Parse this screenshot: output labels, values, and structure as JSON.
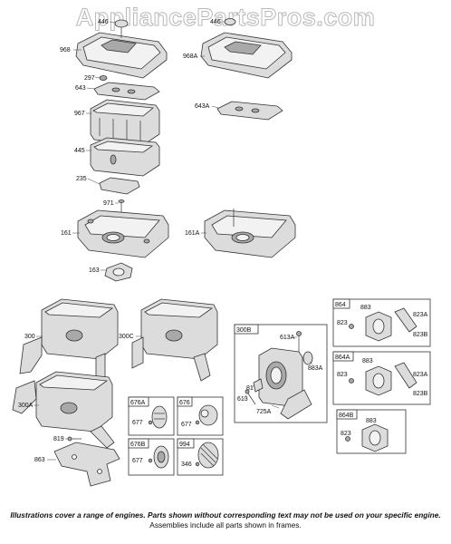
{
  "watermark": "AppliancePartsPros.com",
  "labels": {
    "l446a": "446",
    "l968": "968",
    "l297": "297",
    "l643": "643",
    "l967": "967",
    "l445": "445",
    "l235": "235",
    "l971": "971",
    "l161": "161",
    "l163": "163",
    "l446b": "446",
    "l968a": "968A",
    "l643a": "643A",
    "l161a": "161A",
    "l300": "300",
    "l300a": "300A",
    "l819": "819",
    "l863": "863",
    "l300c": "300C",
    "l300b": "300B",
    "l613a": "613A",
    "l883a": "883A",
    "l81": "81",
    "l613": "613",
    "l725a": "725A",
    "l823a1": "823",
    "l883a1": "883",
    "l823a2": "823A",
    "l823b1": "823B",
    "l823b2": "823",
    "l883b2": "883",
    "l823c2": "823A",
    "l823d2": "823B",
    "l823e3": "823",
    "l883e3": "883",
    "l677a": "677",
    "l677b": "677",
    "l677c": "677",
    "l346": "346"
  },
  "frames": {
    "f300b": "300B",
    "f864": "864",
    "f864a": "864A",
    "f864b": "864B",
    "f676a": "676A",
    "f676": "676",
    "f676b": "676B",
    "f994": "994"
  },
  "footer": {
    "line1": "Illustrations cover a range of engines. Parts shown without corresponding text may not be used on your specific engine.",
    "line2": "Assemblies include all parts shown in frames."
  }
}
